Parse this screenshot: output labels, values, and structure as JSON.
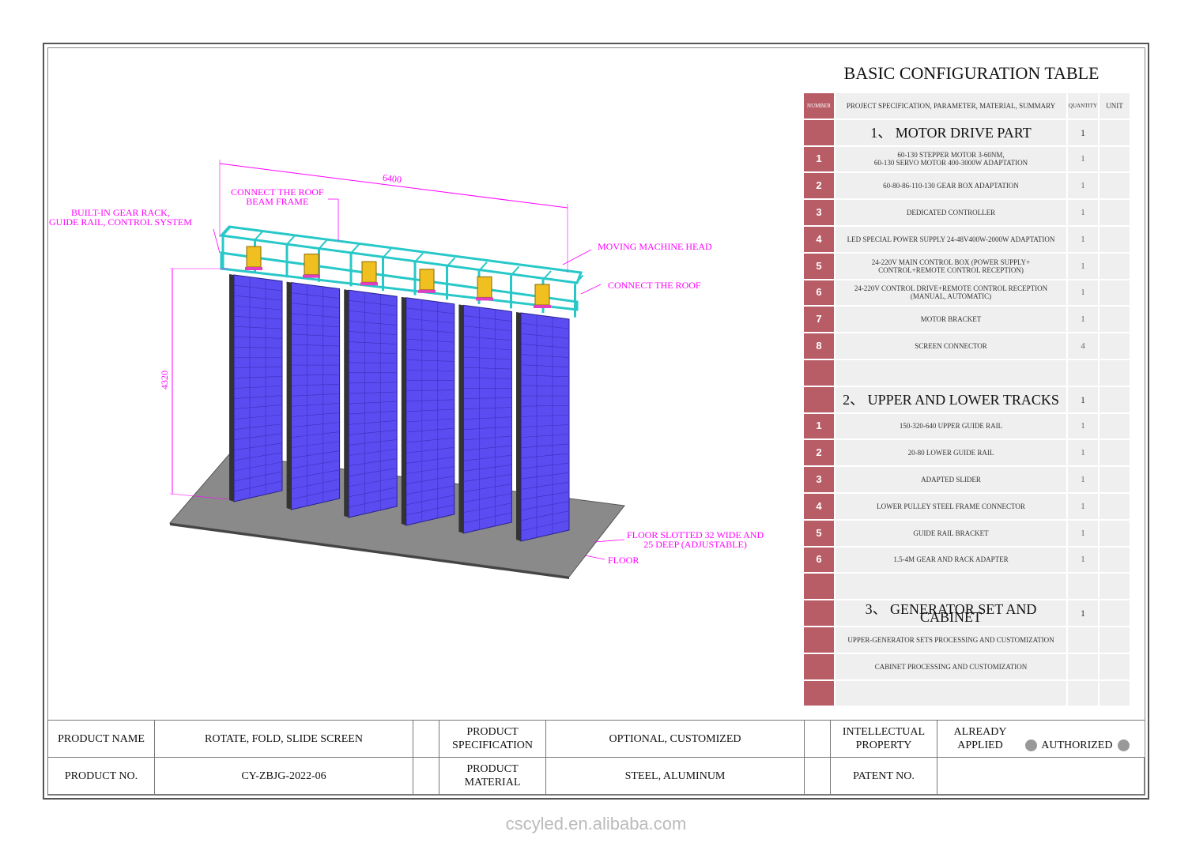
{
  "title": "BASIC CONFIGURATION TABLE",
  "table": {
    "headers": {
      "number": "NUMBER",
      "spec": "PROJECT SPECIFICATION, PARAMETER, MATERIAL, SUMMARY",
      "quantity": "QUANTITY",
      "unit": "UNIT"
    },
    "rows": [
      {
        "type": "sec",
        "num": "",
        "spec": "1、 MOTOR DRIVE PART",
        "qty": "1"
      },
      {
        "type": "item",
        "num": "1",
        "spec": "60-130 STEPPER MOTOR 3-60NM,\n60-130 SERVO MOTOR 400-3000W ADAPTATION",
        "qty": "1"
      },
      {
        "type": "item",
        "num": "2",
        "spec": "60-80-86-110-130 GEAR BOX ADAPTATION",
        "qty": "1"
      },
      {
        "type": "item",
        "num": "3",
        "spec": "DEDICATED CONTROLLER",
        "qty": "1"
      },
      {
        "type": "item",
        "num": "4",
        "spec": "LED SPECIAL POWER SUPPLY 24-48V400W-2000W ADAPTATION",
        "qty": "1"
      },
      {
        "type": "item",
        "num": "5",
        "spec": "24-220V MAIN CONTROL BOX (POWER SUPPLY+\nCONTROL+REMOTE CONTROL RECEPTION)",
        "qty": "1"
      },
      {
        "type": "item",
        "num": "6",
        "spec": "24-220V CONTROL DRIVE+REMOTE CONTROL RECEPTION\n(MANUAL, AUTOMATIC)",
        "qty": "1"
      },
      {
        "type": "item",
        "num": "7",
        "spec": "MOTOR BRACKET",
        "qty": "1"
      },
      {
        "type": "item",
        "num": "8",
        "spec": "SCREEN CONNECTOR",
        "qty": "4"
      },
      {
        "type": "item",
        "num": "",
        "spec": "",
        "qty": ""
      },
      {
        "type": "sec",
        "num": "",
        "spec": "2、 UPPER AND LOWER TRACKS",
        "qty": "1"
      },
      {
        "type": "item",
        "num": "1",
        "spec": "150-320-640 UPPER GUIDE RAIL",
        "qty": "1"
      },
      {
        "type": "item",
        "num": "2",
        "spec": "20-80 LOWER GUIDE RAIL",
        "qty": "1"
      },
      {
        "type": "item",
        "num": "3",
        "spec": "ADAPTED SLIDER",
        "qty": "1"
      },
      {
        "type": "item",
        "num": "4",
        "spec": "LOWER PULLEY STEEL FRAME CONNECTOR",
        "qty": "1"
      },
      {
        "type": "item",
        "num": "5",
        "spec": "GUIDE RAIL BRACKET",
        "qty": "1"
      },
      {
        "type": "item",
        "num": "6",
        "spec": "1.5-4M GEAR AND RACK ADAPTER",
        "qty": "1"
      },
      {
        "type": "item",
        "num": "",
        "spec": "",
        "qty": ""
      },
      {
        "type": "sec",
        "num": "",
        "spec": "3、 GENERATOR SET AND CABINET",
        "qty": "1"
      },
      {
        "type": "item",
        "num": "",
        "spec": "UPPER-GENERATOR SETS PROCESSING AND CUSTOMIZATION",
        "qty": ""
      },
      {
        "type": "item",
        "num": "",
        "spec": "CABINET PROCESSING AND CUSTOMIZATION",
        "qty": ""
      },
      {
        "type": "item",
        "num": "",
        "spec": "",
        "qty": ""
      }
    ]
  },
  "footer": {
    "product_name_label": "PRODUCT NAME",
    "product_name": "ROTATE, FOLD, SLIDE SCREEN",
    "product_spec_label": "PRODUCT SPECIFICATION",
    "product_spec": "OPTIONAL, CUSTOMIZED",
    "ip_label": "INTELLECTUAL PROPERTY",
    "already_applied": "ALREADY APPLIED",
    "authorized": "AUTHORIZED",
    "product_no_label": "PRODUCT NO.",
    "product_no": "CY-ZBJG-2022-06",
    "material_label": "PRODUCT MATERIAL",
    "material": "STEEL, ALUMINUM",
    "patent_label": "PATENT NO.",
    "patent_no": ""
  },
  "drawing": {
    "labels": {
      "gear_rack": "BUILT-IN GEAR RACK,\nGUIDE RAIL, CONTROL SYSTEM",
      "roof_beam": "CONNECT THE ROOF\nBEAM FRAME",
      "moving_head": "MOVING MACHINE HEAD",
      "connect_roof": "CONNECT THE ROOF",
      "floor_slot": "FLOOR SLOTTED 32 WIDE AND\n25 DEEP (ADJUSTABLE)",
      "floor": "FLOOR"
    },
    "dimensions": {
      "width": "6400",
      "height": "4320"
    },
    "colors": {
      "panel": "#5a4cf0",
      "frame": "#28c8c8",
      "motor": "#f0c020",
      "annotation": "#ff00ff"
    }
  },
  "watermark": "cscyled.en.alibaba.com"
}
